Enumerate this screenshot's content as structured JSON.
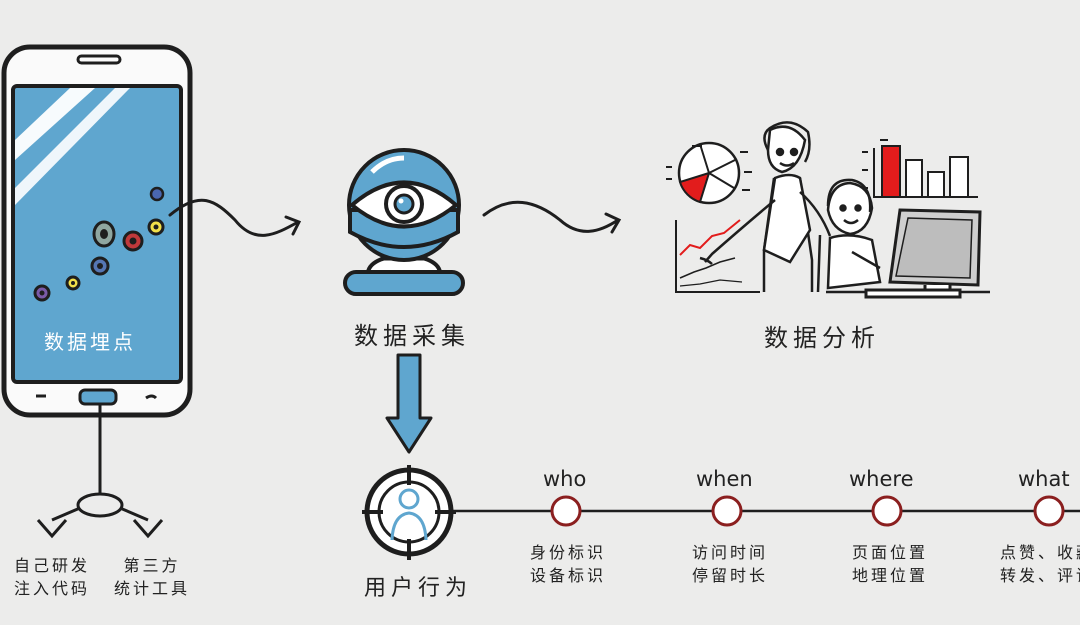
{
  "colors": {
    "background": "#ececeb",
    "ink": "#1e1e1e",
    "screen_blue": "#5fa6cf",
    "accent_red": "#e21c1c",
    "timeline_node": "#8b1f1f"
  },
  "icons": [
    "smartphone-icon",
    "webcam-icon",
    "analysts-icon",
    "pie-chart-icon",
    "bar-chart-icon",
    "crosshair-user-icon",
    "down-arrow-icon",
    "curved-arrow-icon"
  ],
  "phone": {
    "label": "数据埋点"
  },
  "camera": {
    "label": "数据采集"
  },
  "analysis": {
    "label": "数据分析"
  },
  "tree": {
    "left": [
      "自己研发",
      "注入代码"
    ],
    "right": [
      "第三方",
      "统计工具"
    ]
  },
  "behavior": {
    "label": "用户行为"
  },
  "timeline": [
    {
      "key": "who",
      "lines": [
        "身份标识",
        "设备标识"
      ]
    },
    {
      "key": "when",
      "lines": [
        "访问时间",
        "停留时长"
      ]
    },
    {
      "key": "where",
      "lines": [
        "页面位置",
        "地理位置"
      ]
    },
    {
      "key": "what",
      "lines": [
        "点赞、收藏",
        "转发、评论"
      ]
    }
  ]
}
